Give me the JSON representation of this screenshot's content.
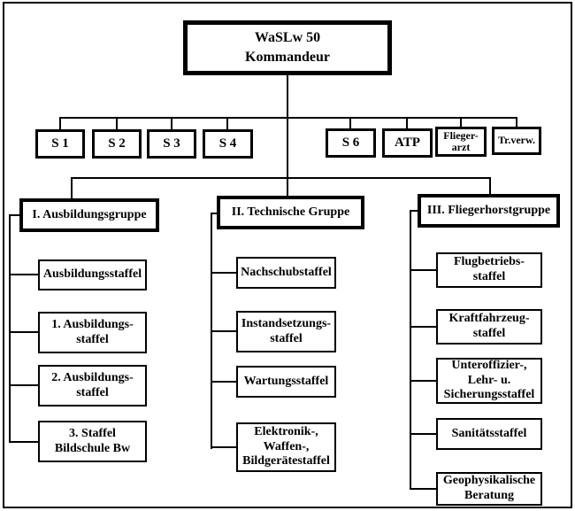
{
  "root": {
    "label": "WaSLw 50\nKommandeur"
  },
  "staff": [
    {
      "label": "S 1"
    },
    {
      "label": "S 2"
    },
    {
      "label": "S 3"
    },
    {
      "label": "S 4"
    },
    {
      "label": "S 6"
    },
    {
      "label": "ATP"
    },
    {
      "label": "Flieger-\narzt"
    },
    {
      "label": "Tr.verw."
    }
  ],
  "groups": [
    {
      "label": "I. Ausbildungsgruppe",
      "children": [
        {
          "label": "Ausbildungsstaffel"
        },
        {
          "label": "1. Ausbildungs-\nstaffel"
        },
        {
          "label": "2. Ausbildungs-\nstaffel"
        },
        {
          "label": "3. Staffel\nBildschule Bw"
        }
      ]
    },
    {
      "label": "II. Technische Gruppe",
      "children": [
        {
          "label": "Nachschubstaffel"
        },
        {
          "label": "Instandsetzungs-\nstaffel"
        },
        {
          "label": "Wartungsstaffel"
        },
        {
          "label": "Elektronik-,\nWaffen-,\nBildgerätestaffel"
        }
      ]
    },
    {
      "label": "III. Fliegerhorstgruppe",
      "children": [
        {
          "label": "Flugbetriebs-\nstaffel"
        },
        {
          "label": "Kraftfahrzeug-\nstaffel"
        },
        {
          "label": "Unteroffizier-,\nLehr- u.\nSicherungsstaffel"
        },
        {
          "label": "Sanitätsstaffel"
        },
        {
          "label": "Geophysikalische\nBeratung"
        }
      ]
    }
  ],
  "colors": {
    "line": "#000000",
    "background": "#ffffff",
    "text": "#000000"
  }
}
